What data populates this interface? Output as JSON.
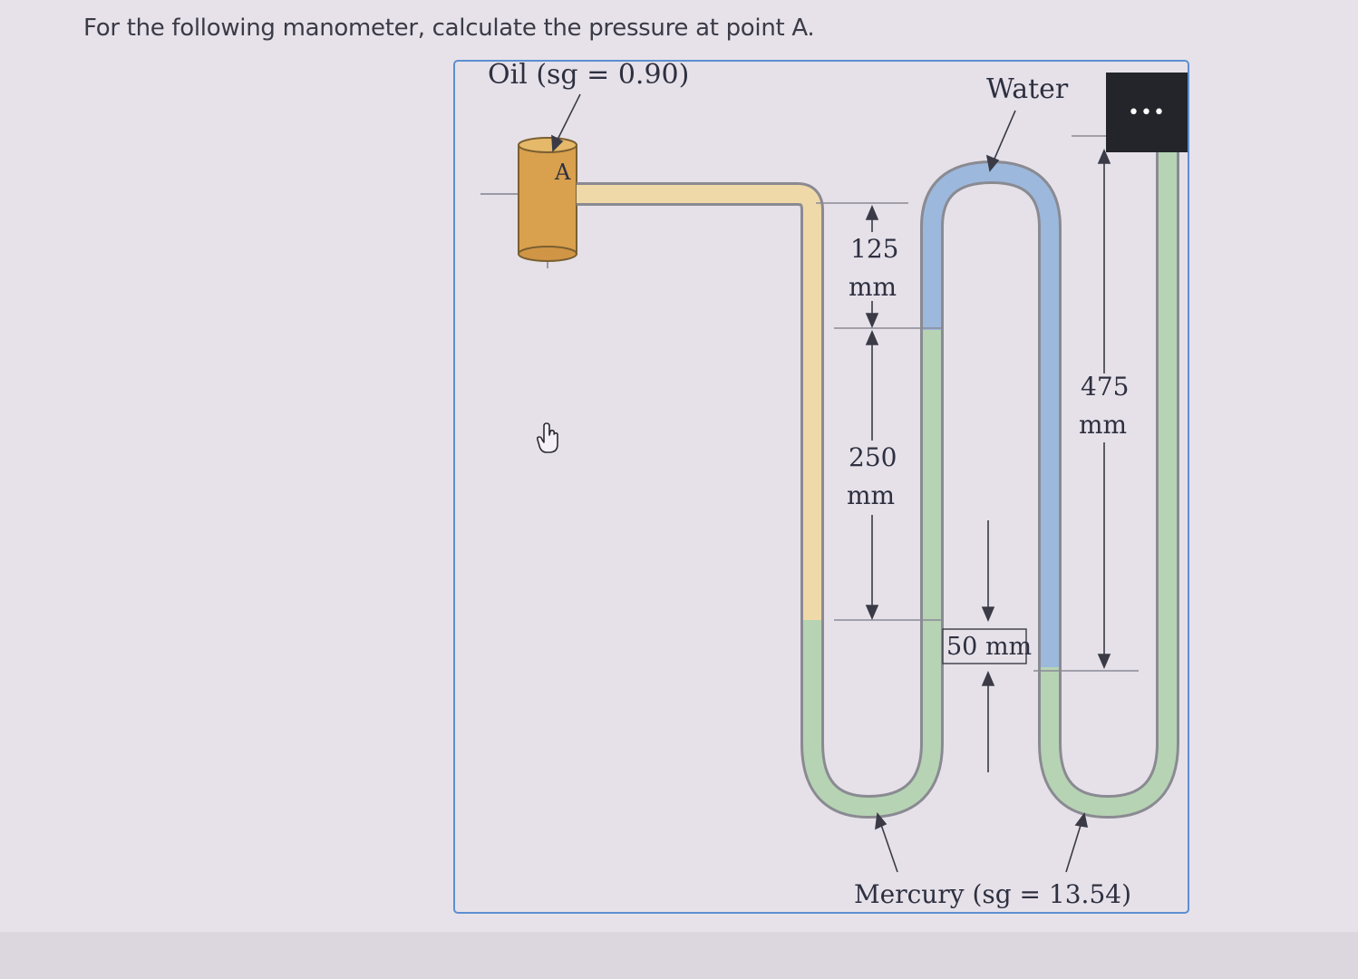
{
  "question": {
    "text": "For the following manometer, calculate the pressure at point A."
  },
  "diagram": {
    "oil_label": "Oil (sg = 0.90)",
    "water_label": "Water",
    "point_label": "A",
    "dim_125_value": "125",
    "dim_125_unit": "mm",
    "dim_250_value": "250",
    "dim_250_unit": "mm",
    "dim_475_value": "475",
    "dim_475_unit": "mm",
    "dim_50": "50 mm",
    "mercury_label": "Mercury (sg = 13.54)"
  },
  "more_button": {
    "label": "•••",
    "icon": "ellipsis-icon"
  },
  "colors": {
    "oil": "#f0d9a8",
    "pipe": "#d9a04e",
    "water": "#9cb8dc",
    "mercury": "#b6d3b4",
    "frame": "#5c8fd0"
  }
}
